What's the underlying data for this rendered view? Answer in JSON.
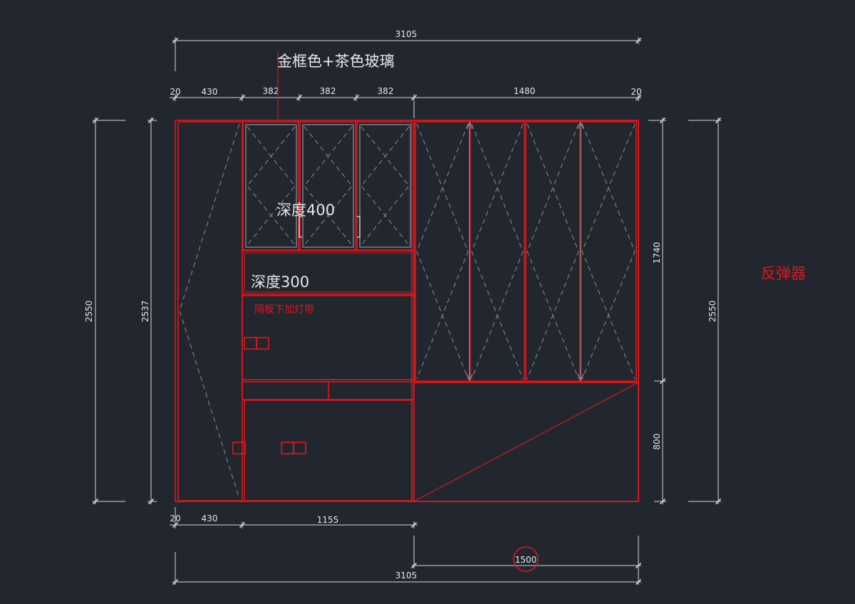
{
  "drawing": {
    "top_overall_dim": "3105",
    "glass_note": "金框色+茶色玻璃",
    "top_dims": [
      "20",
      "430",
      "382",
      "382",
      "382",
      "1480",
      "20"
    ],
    "left_outer_dim": "2550",
    "left_inner_dim": "2537",
    "depth_upper": "深度400",
    "depth_shelf": "深度300",
    "light_note": "隔板下加灯带",
    "right_upper_dim": "1740",
    "right_lower_dim": "800",
    "right_outer_dim": "2550",
    "rebound_note": "反弹器",
    "bottom_dims": [
      "20",
      "430",
      "1155"
    ],
    "bottom_right_dim": "1500",
    "bottom_overall_dim": "3105"
  },
  "colors": {
    "background": "#22272f",
    "outline": "#e0161b",
    "dimension": "#d6d6d6",
    "text": "#e6e6e6",
    "note_red": "#e0161b",
    "hidden_line": "#8c8c8c"
  }
}
